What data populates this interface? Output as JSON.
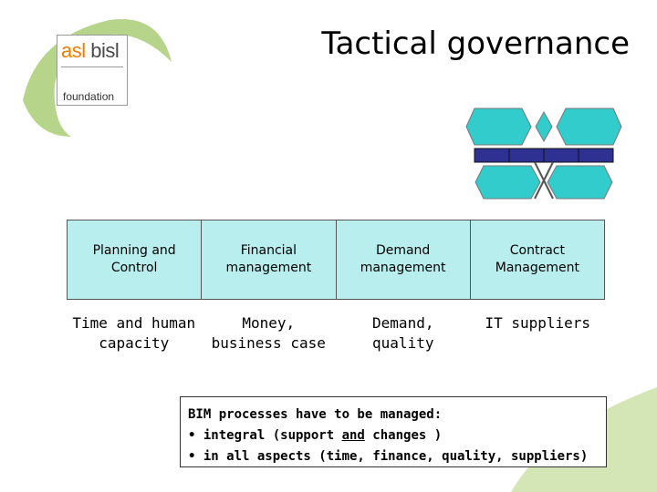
{
  "title": "Tactical governance",
  "logo": {
    "part1": "asl",
    "part2": "bisl",
    "sub": "foundation"
  },
  "columns": [
    {
      "header": "Planning and Control",
      "aspect": "Time and human capacity"
    },
    {
      "header": "Financial management",
      "aspect": "Money, business case"
    },
    {
      "header": "Demand management",
      "aspect": "Demand, quality"
    },
    {
      "header": "Contract Management",
      "aspect": "IT suppliers"
    }
  ],
  "note": {
    "line1": "BIM processes have to be managed:",
    "line2_pre": "• integral (support ",
    "line2_u": "and",
    "line2_post": " changes )",
    "line3": "• in all aspects (time, finance, quality, suppliers)"
  },
  "colors": {
    "cell": "#b9eeee",
    "hexagon": "#33cccc",
    "bar": "#2e3192",
    "swoosh": "#b7d48b"
  }
}
